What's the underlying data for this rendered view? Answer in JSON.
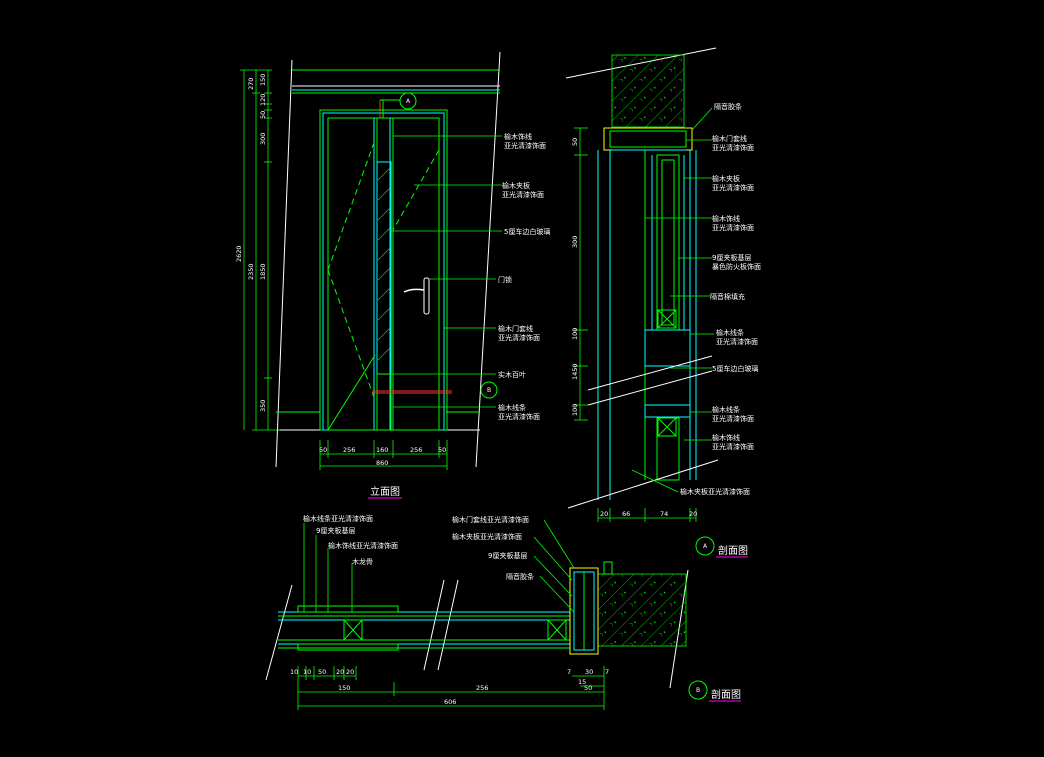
{
  "elevation": {
    "title": "立面图",
    "section_marker_a": "A",
    "section_marker_b": "B",
    "labels": [
      "榆木饰线\n亚光清漆饰面",
      "榆木夹板\n亚光清漆饰面",
      "5厘车边白玻璃",
      "门锁",
      "榆木门套线\n亚光清漆饰面",
      "实木百叶",
      "榆木线条\n亚光清漆饰面"
    ],
    "left_dims": [
      "270",
      "150",
      "120",
      "50",
      "300",
      "1850",
      "2350",
      "2620",
      "350"
    ],
    "bottom_dims": [
      "50",
      "256",
      "160",
      "256",
      "50",
      "860"
    ]
  },
  "section_a": {
    "title": "剖面图",
    "marker": "A",
    "labels": [
      "隔音胶条",
      "榆木门套线\n亚光清漆饰面",
      "榆木夹板\n亚光清漆饰面",
      "榆木饰线\n亚光清漆饰面",
      "9厘夹板基层\n暴色防火板饰面",
      "隔音棉填充",
      "榆木线条\n亚光清漆饰面",
      "5厘车边白玻璃",
      "榆木线条\n亚光清漆饰面",
      "榆木饰线\n亚光清漆饰面",
      "榆木夹板亚光清漆饰面"
    ],
    "left_dims": [
      "50",
      "300",
      "100",
      "1450",
      "100"
    ],
    "bottom_dims": [
      "20",
      "66",
      "74",
      "20"
    ]
  },
  "section_b": {
    "title": "剖面图",
    "marker": "B",
    "labels": [
      "榆木线条亚光清漆饰面",
      "9厘夹板基层",
      "榆木饰线亚光清漆饰面",
      "木龙骨",
      "榆木门套线亚光清漆饰面",
      "榆木夹板亚光清漆饰面",
      "9厘夹板基层",
      "隔音胶条"
    ],
    "bottom_dims_row1": [
      "10",
      "10",
      "50",
      "20",
      "20"
    ],
    "bottom_dims_row2": [
      "150",
      "256"
    ],
    "bottom_dims_row3": [
      "606"
    ],
    "right_dims": [
      "7",
      "30",
      "7",
      "15",
      "50"
    ]
  }
}
